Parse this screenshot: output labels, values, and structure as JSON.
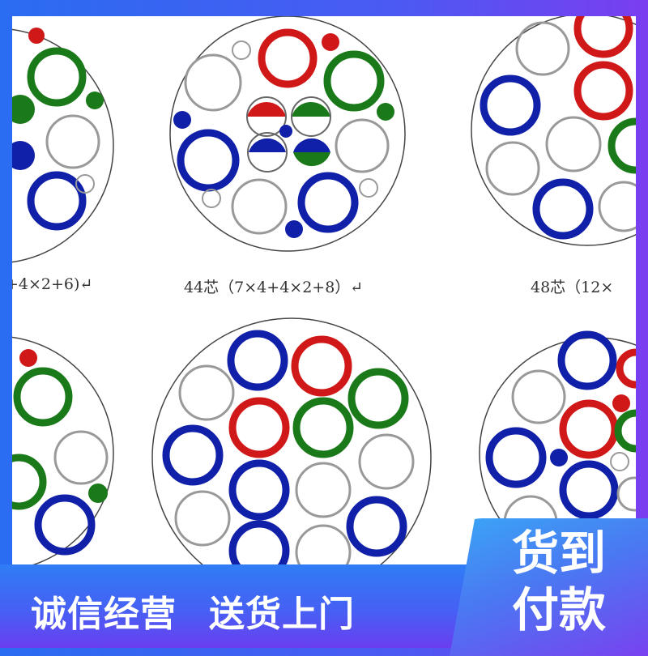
{
  "captions": {
    "left": "+4×2+6)↵",
    "middle": "44芯（7×4+4×2+8）↵",
    "right": "48芯（12×"
  },
  "banner": {
    "slogan_1": "诚信经营",
    "slogan_2": "送货上门",
    "badge_line_1": "货到",
    "badge_line_2": "付款"
  },
  "colors": {
    "frame_blue": "#2a6cf2",
    "frame_purple": "#7a3ef0",
    "core_red": "#d01818",
    "core_green": "#1a7a1a",
    "core_blue": "#1020a8"
  }
}
